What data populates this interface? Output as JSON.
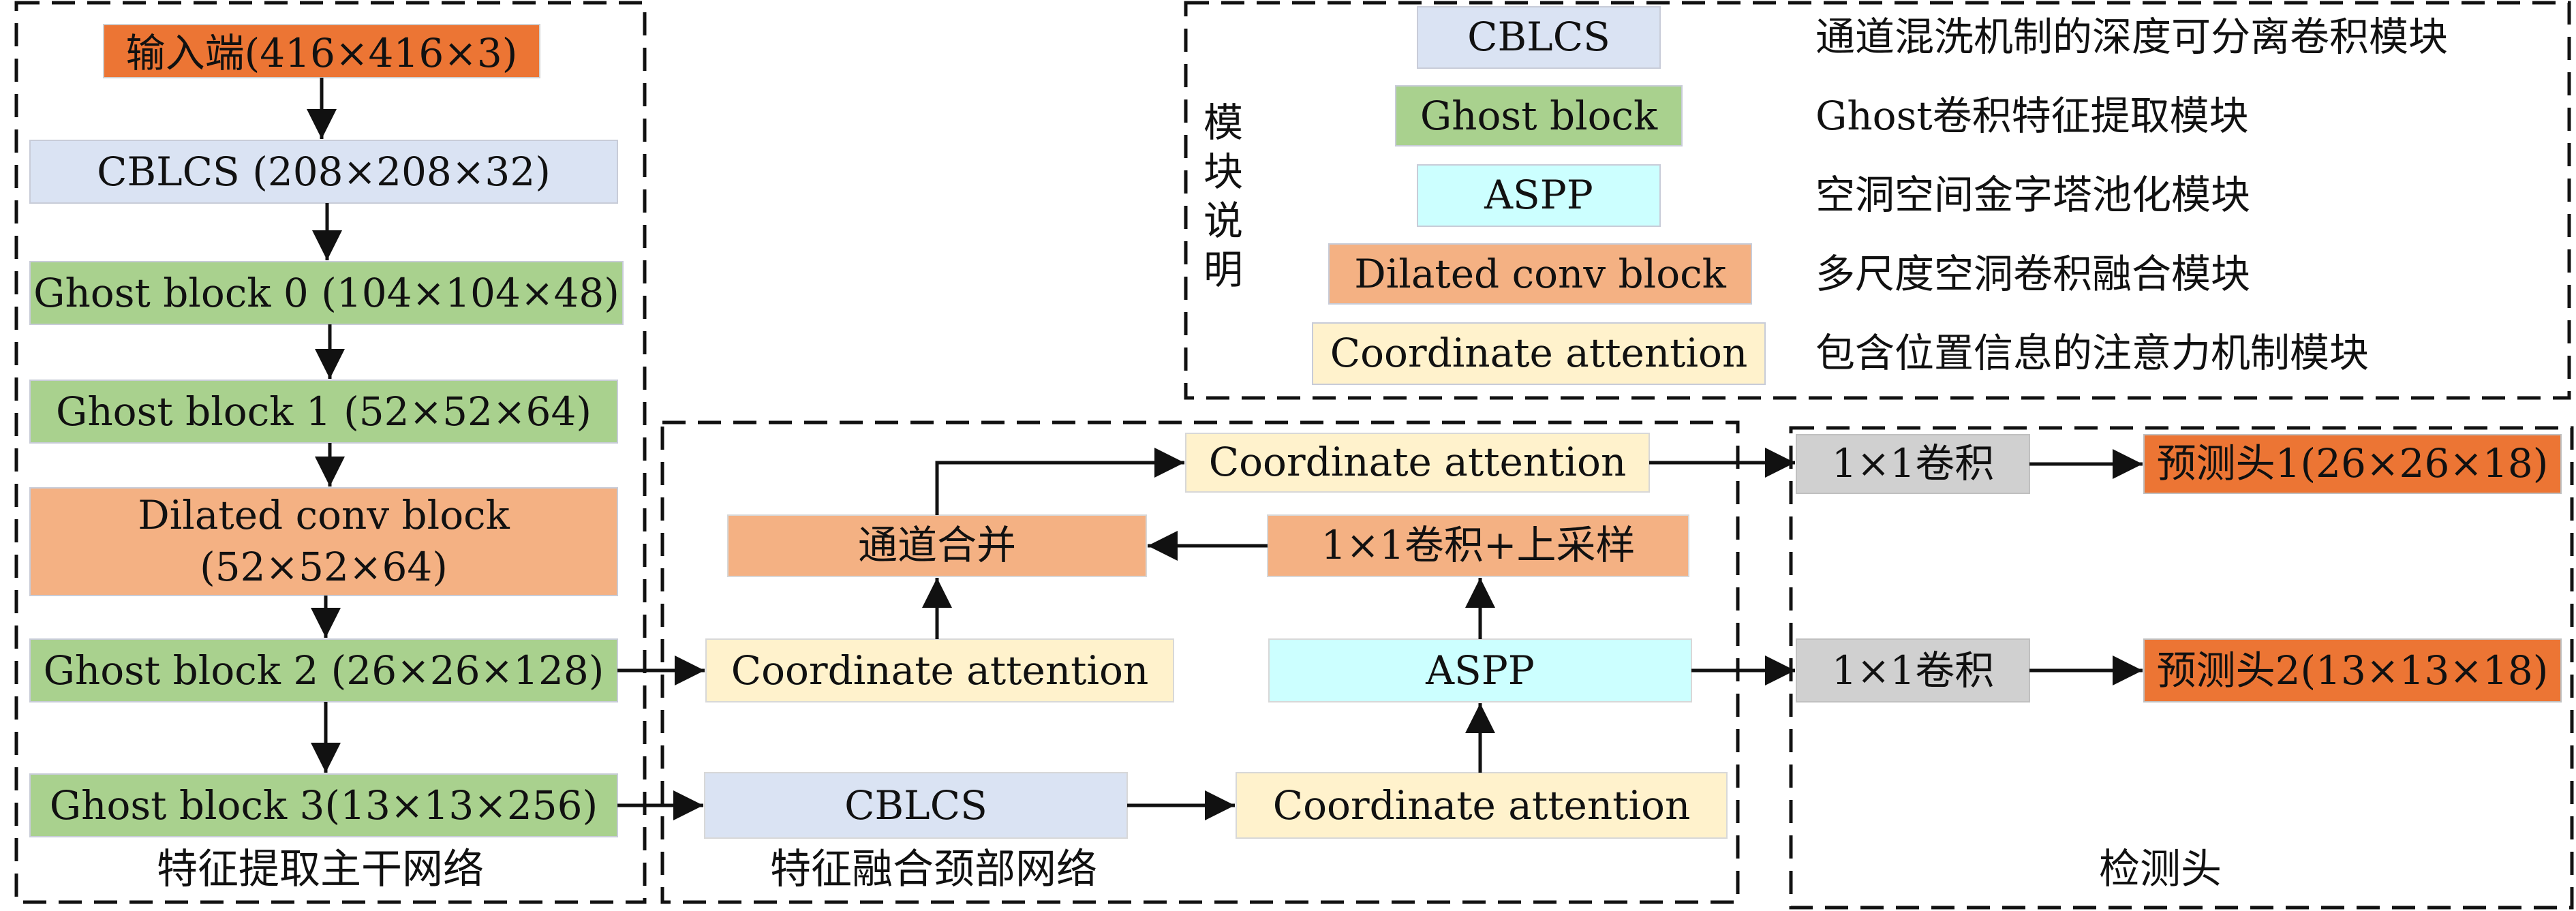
{
  "colors": {
    "orange_dark": "#ec7534",
    "orange_light": "#f4b183",
    "blue_light": "#dae3f3",
    "green": "#a9d18e",
    "cyan": "#ccffff",
    "cream": "#fff2cc",
    "gray": "#d0d0d0",
    "line": "#111111"
  },
  "panels": {
    "backbone": "特征提取主干网络",
    "neck": "特征融合颈部网络",
    "head": "检测头"
  },
  "backbone": {
    "input": "输入端(416×416×3)",
    "cblcs": "CBLCS (208×208×32)",
    "ghost0": "Ghost block 0 (104×104×48)",
    "ghost1": "Ghost block 1 (52×52×64)",
    "dilated_line1": "Dilated conv block",
    "dilated_line2": "(52×52×64)",
    "ghost2": "Ghost block 2 (26×26×128)",
    "ghost3": "Ghost block 3(13×13×256)"
  },
  "neck": {
    "coord_top": "Coordinate attention",
    "concat": "通道合并",
    "conv_upsample": "1×1卷积+上采样",
    "coord_mid": "Coordinate attention",
    "aspp": "ASPP",
    "cblcs": "CBLCS",
    "coord_bottom": "Coordinate attention"
  },
  "head": {
    "conv1": "1×1卷积",
    "pred1": "预测头1(26×26×18)",
    "conv2": "1×1卷积",
    "pred2": "预测头2(13×13×18)"
  },
  "legend": {
    "title_chars": [
      "模",
      "块",
      "说",
      "明"
    ],
    "items": [
      {
        "name": "CBLCS",
        "desc": "通道混洗机制的深度可分离卷积模块",
        "color_key": "blue_light"
      },
      {
        "name": "Ghost block",
        "desc": "Ghost卷积特征提取模块",
        "color_key": "green"
      },
      {
        "name": "ASPP",
        "desc": "空洞空间金字塔池化模块",
        "color_key": "cyan"
      },
      {
        "name": "Dilated conv block",
        "desc": "多尺度空洞卷积融合模块",
        "color_key": "orange_light"
      },
      {
        "name": "Coordinate attention",
        "desc": "包含位置信息的注意力机制模块",
        "color_key": "cream"
      }
    ]
  }
}
